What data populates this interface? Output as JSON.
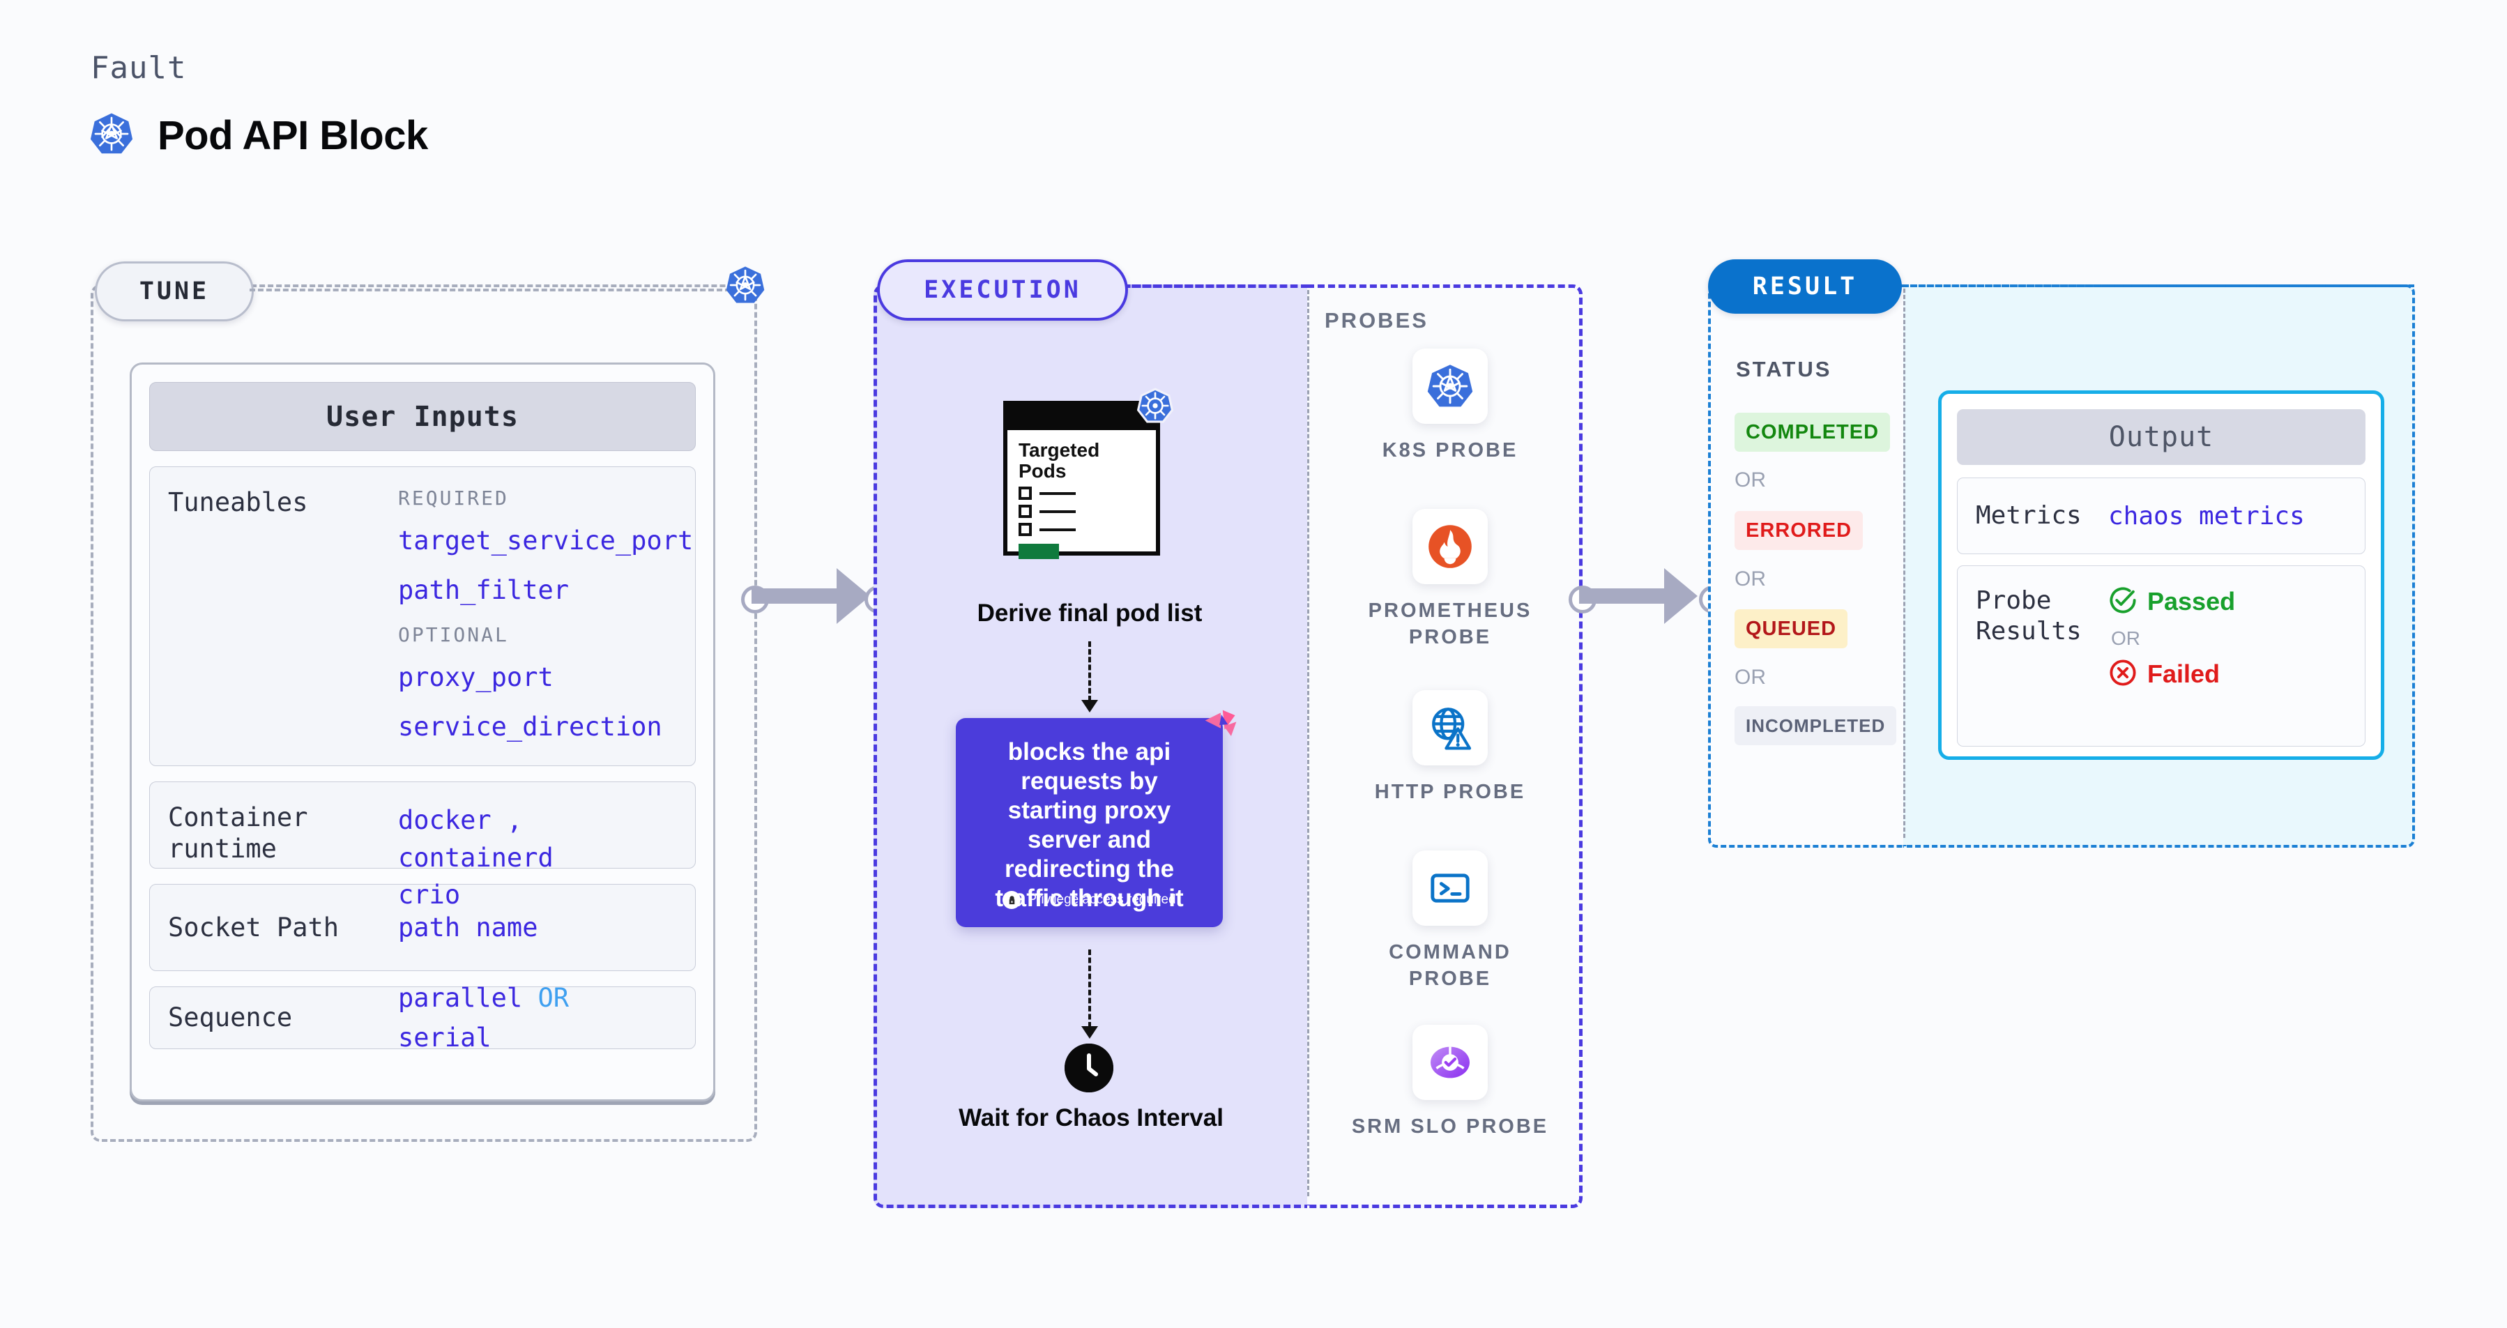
{
  "header": {
    "kicker": "Fault",
    "title": "Pod API Block",
    "icon": "kubernetes-icon"
  },
  "tune": {
    "tag": "TUNE",
    "badge_icon": "kubernetes-icon",
    "card_title": "User Inputs",
    "rows": [
      {
        "key": "Tuneables",
        "groups": [
          {
            "label": "REQUIRED",
            "values": [
              "target_service_port",
              "path_filter"
            ]
          },
          {
            "label": "OPTIONAL",
            "values": [
              "proxy_port",
              "service_direction"
            ]
          }
        ]
      },
      {
        "key": "Container runtime",
        "values": [
          "docker",
          ",",
          "containerd",
          "crio"
        ]
      },
      {
        "key": "Socket Path",
        "values": [
          "path name"
        ]
      },
      {
        "key": "Sequence",
        "values": [
          "parallel",
          "OR",
          "serial"
        ]
      }
    ]
  },
  "execution": {
    "tag": "EXECUTION",
    "pods_card": {
      "title": "Targeted Pods",
      "badge_icon": "kubernetes-icon",
      "rows": 3
    },
    "derive_label": "Derive final pod list",
    "action": {
      "text": "blocks the api requests by starting proxy server and redirecting the traffic through it",
      "privilege_note": "Privilege access required",
      "privilege_icon": "lock-icon",
      "corner_icon": "litmus-icon",
      "color": "#4b3cdb"
    },
    "wait": {
      "icon": "clock-icon",
      "label": "Wait for Chaos Interval"
    }
  },
  "probes": {
    "label": "PROBES",
    "items": [
      {
        "name": "K8S PROBE",
        "icon": "kubernetes-icon"
      },
      {
        "name": "PROMETHEUS PROBE",
        "icon": "prometheus-icon"
      },
      {
        "name": "HTTP PROBE",
        "icon": "http-globe-warning-icon"
      },
      {
        "name": "COMMAND PROBE",
        "icon": "terminal-icon"
      },
      {
        "name": "SRM SLO PROBE",
        "icon": "srm-slo-donut-icon"
      }
    ]
  },
  "result": {
    "tag": "RESULT",
    "status_label": "STATUS",
    "or_label": "OR",
    "statuses": [
      {
        "label": "COMPLETED",
        "bg": "#ddf5dd",
        "fg": "#13870f"
      },
      {
        "label": "ERRORED",
        "bg": "#fdeaea",
        "fg": "#e01b1b"
      },
      {
        "label": "QUEUED",
        "bg": "#fdf0c8",
        "fg": "#b3171a"
      },
      {
        "label": "INCOMPLETED",
        "bg": "#eef0f6",
        "fg": "#5b6277"
      }
    ],
    "output": {
      "title": "Output",
      "metrics_key": "Metrics",
      "metrics_value": "chaos metrics",
      "probe_results_key": "Probe Results",
      "passed_label": "Passed",
      "failed_label": "Failed",
      "or_label": "OR",
      "passed_icon": "check-circle-icon",
      "failed_icon": "x-circle-icon"
    }
  }
}
